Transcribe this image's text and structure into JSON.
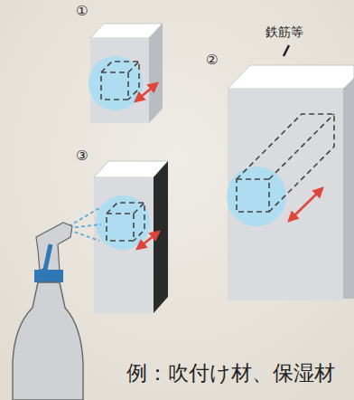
{
  "diagram": {
    "labels": [
      "①",
      "鉄筋等",
      "②",
      "③",
      "例：吹付け材、保湿材"
    ]
  }
}
